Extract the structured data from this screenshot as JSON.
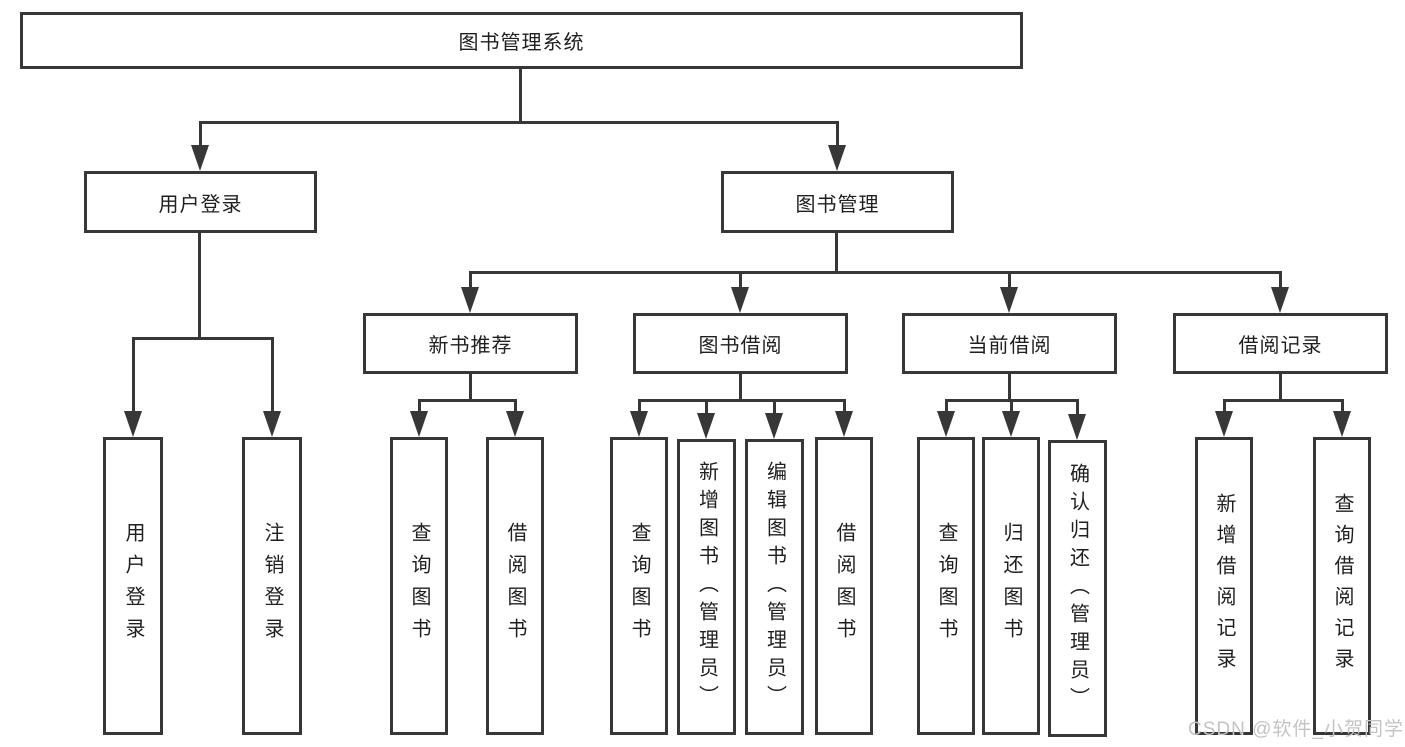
{
  "tree": {
    "root": "图书管理系统",
    "branches": [
      {
        "label": "用户登录",
        "children": [
          "用户登录",
          "注销登录"
        ]
      },
      {
        "label": "图书管理",
        "children": [
          {
            "label": "新书推荐",
            "children": [
              "查询图书",
              "借阅图书"
            ]
          },
          {
            "label": "图书借阅",
            "children": [
              "查询图书",
              "新增图书（管理员）",
              "编辑图书（管理员）",
              "借阅图书"
            ]
          },
          {
            "label": "当前借阅",
            "children": [
              "查询图书",
              "归还图书",
              "确认归还（管理员）"
            ]
          },
          {
            "label": "借阅记录",
            "children": [
              "新增借阅记录",
              "查询借阅记录"
            ]
          }
        ]
      }
    ]
  },
  "watermark": "CSDN @软件_小贺同学",
  "colors": {
    "line": "#373737",
    "border": "#373737",
    "text": "#1f1f1f",
    "watermark": "#c4c4c4",
    "background": "#ffffff"
  }
}
